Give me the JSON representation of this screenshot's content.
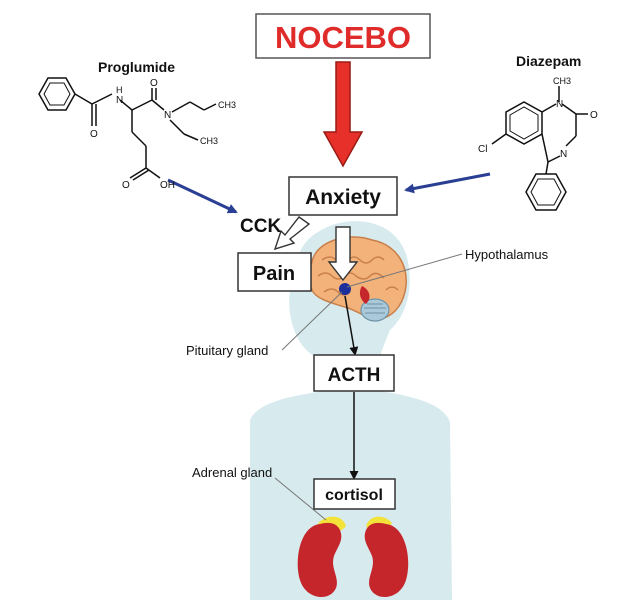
{
  "diagram": {
    "nodes": {
      "nocebo": "NOCEBO",
      "anxiety": "Anxiety",
      "cck": "CCK",
      "pain": "Pain",
      "acth": "ACTH",
      "cortisol": "cortisol"
    },
    "drugs": {
      "proglumide": {
        "name": "Proglumide",
        "atoms": {
          "nh": "N",
          "h": "H",
          "o1": "O",
          "o2": "O",
          "n": "N",
          "ch3a": "CH3",
          "ch3b": "CH3",
          "o3": "O",
          "oh": "OH"
        }
      },
      "diazepam": {
        "name": "Diazepam",
        "atoms": {
          "n1": "N",
          "ch3": "CH3",
          "o": "O",
          "n2": "N",
          "cl": "Cl"
        }
      }
    },
    "anatomy": {
      "hypothalamus": "Hypothalamus",
      "pituitary": "Pituitary gland",
      "adrenal": "Adrenal gland"
    },
    "colors": {
      "nocebo_text": "#e02b2b",
      "nocebo_arrow": "#e8302a",
      "drug_arrow": "#2a3f93",
      "body": "#d7eaee",
      "brain": "#f2b27a",
      "kidney": "#c4262c",
      "adrenal_gland": "#f3e23a"
    }
  }
}
